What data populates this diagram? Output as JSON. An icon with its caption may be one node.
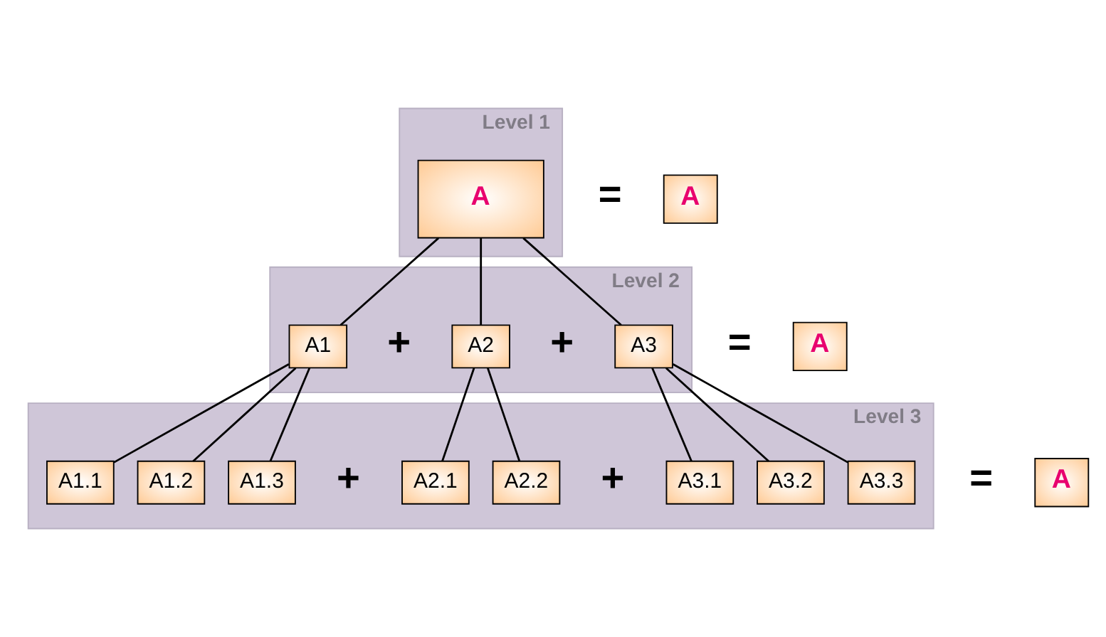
{
  "diagram": {
    "nodes": [
      {
        "text": [
          "Level 1"
        ]
      },
      {
        "text": [
          "A"
        ],
        "in": 0
      },
      {
        "text": [
          "Level 2"
        ]
      },
      {
        "text": [
          "A1"
        ],
        "in": 2
      },
      {
        "text": [
          "A2"
        ],
        "in": 2
      },
      {
        "text": [
          "A3"
        ],
        "in": 2
      },
      {
        "text": [
          "Level 3"
        ]
      },
      {
        "text": [
          "A1.1"
        ],
        "in": 6
      },
      {
        "text": [
          "A1.2"
        ],
        "in": 6
      },
      {
        "text": [
          "A1.3"
        ],
        "in": 6
      },
      {
        "text": [
          "A2.1"
        ],
        "in": 6
      },
      {
        "text": [
          "A2.2"
        ],
        "in": 6
      },
      {
        "text": [
          "A3.1"
        ],
        "in": 6
      },
      {
        "text": [
          "A3.2"
        ],
        "in": 6
      },
      {
        "text": [
          "A3.3"
        ],
        "in": 6
      },
      {
        "text": [
          "A"
        ]
      },
      {
        "text": [
          "A"
        ]
      },
      {
        "text": [
          "A"
        ]
      }
    ],
    "edges": [
      {
        "from": 1,
        "to": 3,
        "arrow": "none"
      },
      {
        "from": 1,
        "to": 4,
        "arrow": "none"
      },
      {
        "from": 1,
        "to": 5,
        "arrow": "none"
      },
      {
        "from": 3,
        "to": 7,
        "arrow": "none"
      },
      {
        "from": 3,
        "to": 8,
        "arrow": "none"
      },
      {
        "from": 3,
        "to": 9,
        "arrow": "none"
      },
      {
        "from": 4,
        "to": 10,
        "arrow": "none"
      },
      {
        "from": 4,
        "to": 11,
        "arrow": "none"
      },
      {
        "from": 5,
        "to": 12,
        "arrow": "none"
      },
      {
        "from": 5,
        "to": 13,
        "arrow": "none"
      },
      {
        "from": 5,
        "to": 14,
        "arrow": "none"
      }
    ],
    "labels": [
      "=",
      "+",
      "+",
      "=",
      "+",
      "+",
      "="
    ]
  }
}
